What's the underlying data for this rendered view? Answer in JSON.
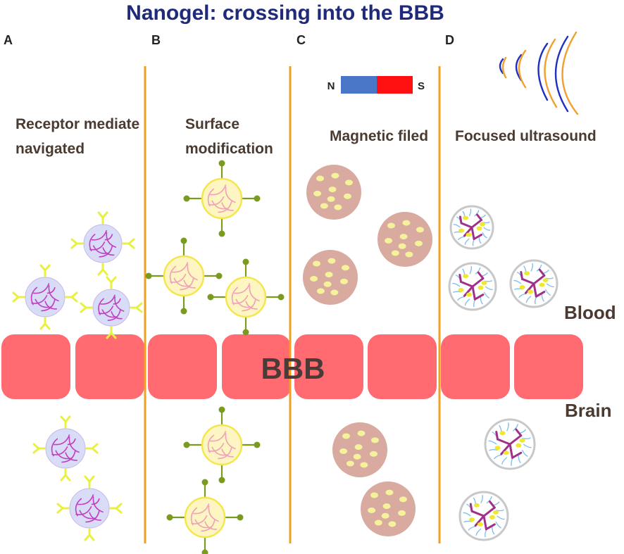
{
  "title": "Nanogel: crossing into the BBB",
  "panels": [
    {
      "letter": "A",
      "label_lines": [
        "Receptor mediate",
        "navigated"
      ]
    },
    {
      "letter": "B",
      "label_lines": [
        "Surface",
        "modification"
      ]
    },
    {
      "letter": "C",
      "label_lines": [
        "Magnetic filed"
      ]
    },
    {
      "letter": "D",
      "label_lines": [
        "Focused ultrasound"
      ]
    }
  ],
  "magnet": {
    "north_label": "N",
    "south_label": "S"
  },
  "barrier_label": "BBB",
  "regions": {
    "blood": "Blood",
    "brain": "Brain"
  },
  "colors": {
    "title": "#1f2a7a",
    "text": "#4a3a30",
    "divider": "#f0a020",
    "barrier": "#ff6b70",
    "nanogel_fill": "#d8dcf7",
    "nanogel_strand": "#c040c0",
    "receptor_ligand": "#e8f040",
    "surface_fill": "#fdf6c2",
    "surface_ring": "#f4e74e",
    "surface_strand": "#f0a0b8",
    "surface_ligand": "#7a9a20",
    "magnetic_particle": "#d8aaa0",
    "magnetic_dot": "#f4f29a",
    "magnet_north": "#4a76c8",
    "magnet_south": "#ff1010",
    "ultrasound_gel_ring": "#c8c8c8",
    "ultrasound_strand_main": "#a0308a",
    "ultrasound_strand_fine": "#80c0ee",
    "wave_blue": "#2030c0",
    "wave_orange": "#f0a030"
  }
}
